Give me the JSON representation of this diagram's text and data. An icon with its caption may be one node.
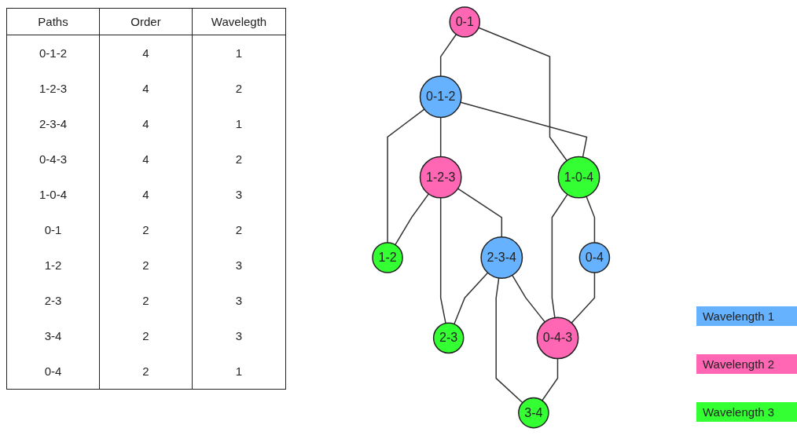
{
  "diagram": {
    "nodes": [
      {
        "text": [
          "0-1"
        ]
      },
      {
        "text": [
          "0-1-2"
        ]
      },
      {
        "text": [
          "1-0-4"
        ]
      },
      {
        "text": [
          "1-2-3"
        ]
      },
      {
        "text": [
          "1-2"
        ]
      },
      {
        "text": [
          "2-3-4"
        ]
      },
      {
        "text": [
          "2-3"
        ]
      },
      {
        "text": [
          "0-4"
        ]
      },
      {
        "text": [
          "0-4-3"
        ]
      },
      {
        "text": [
          "3-4"
        ]
      }
    ],
    "edges": [
      {
        "from": 0,
        "to": 1,
        "arrow": "none"
      },
      {
        "from": 0,
        "to": 2,
        "arrow": "none"
      },
      {
        "from": 1,
        "to": 2,
        "arrow": "none"
      },
      {
        "from": 1,
        "to": 3,
        "arrow": "none"
      },
      {
        "from": 1,
        "to": 4,
        "arrow": "none"
      },
      {
        "from": 3,
        "to": 4,
        "arrow": "none"
      },
      {
        "from": 3,
        "to": 5,
        "arrow": "none"
      },
      {
        "from": 3,
        "to": 6,
        "arrow": "none"
      },
      {
        "from": 5,
        "to": 6,
        "arrow": "none"
      },
      {
        "from": 5,
        "to": 8,
        "arrow": "none"
      },
      {
        "from": 5,
        "to": 9,
        "arrow": "none"
      },
      {
        "from": 8,
        "to": 9,
        "arrow": "none"
      },
      {
        "from": 2,
        "to": 7,
        "arrow": "none"
      },
      {
        "from": 2,
        "to": 8,
        "arrow": "none"
      },
      {
        "from": 7,
        "to": 8,
        "arrow": "none"
      }
    ],
    "labels": [
      "Paths",
      "Order",
      "Wavelegth",
      "0-1-2",
      "4",
      "1",
      "1-2-3",
      "4",
      "2",
      "2-3-4",
      "4",
      "1",
      "0-4-3",
      "4",
      "2",
      "1-0-4",
      "4",
      "3",
      "0-1",
      "2",
      "2",
      "1-2",
      "2",
      "3",
      "2-3",
      "2",
      "3",
      "3-4",
      "2",
      "3",
      "0-4",
      "2",
      "1"
    ],
    "legend": [
      {
        "text": "Wavelength 1",
        "color": "#66b2ff"
      },
      {
        "text": "Wavelength 2",
        "color": "#ff66b3"
      },
      {
        "text": "Wavelength 3",
        "color": "#33ff33"
      }
    ]
  }
}
